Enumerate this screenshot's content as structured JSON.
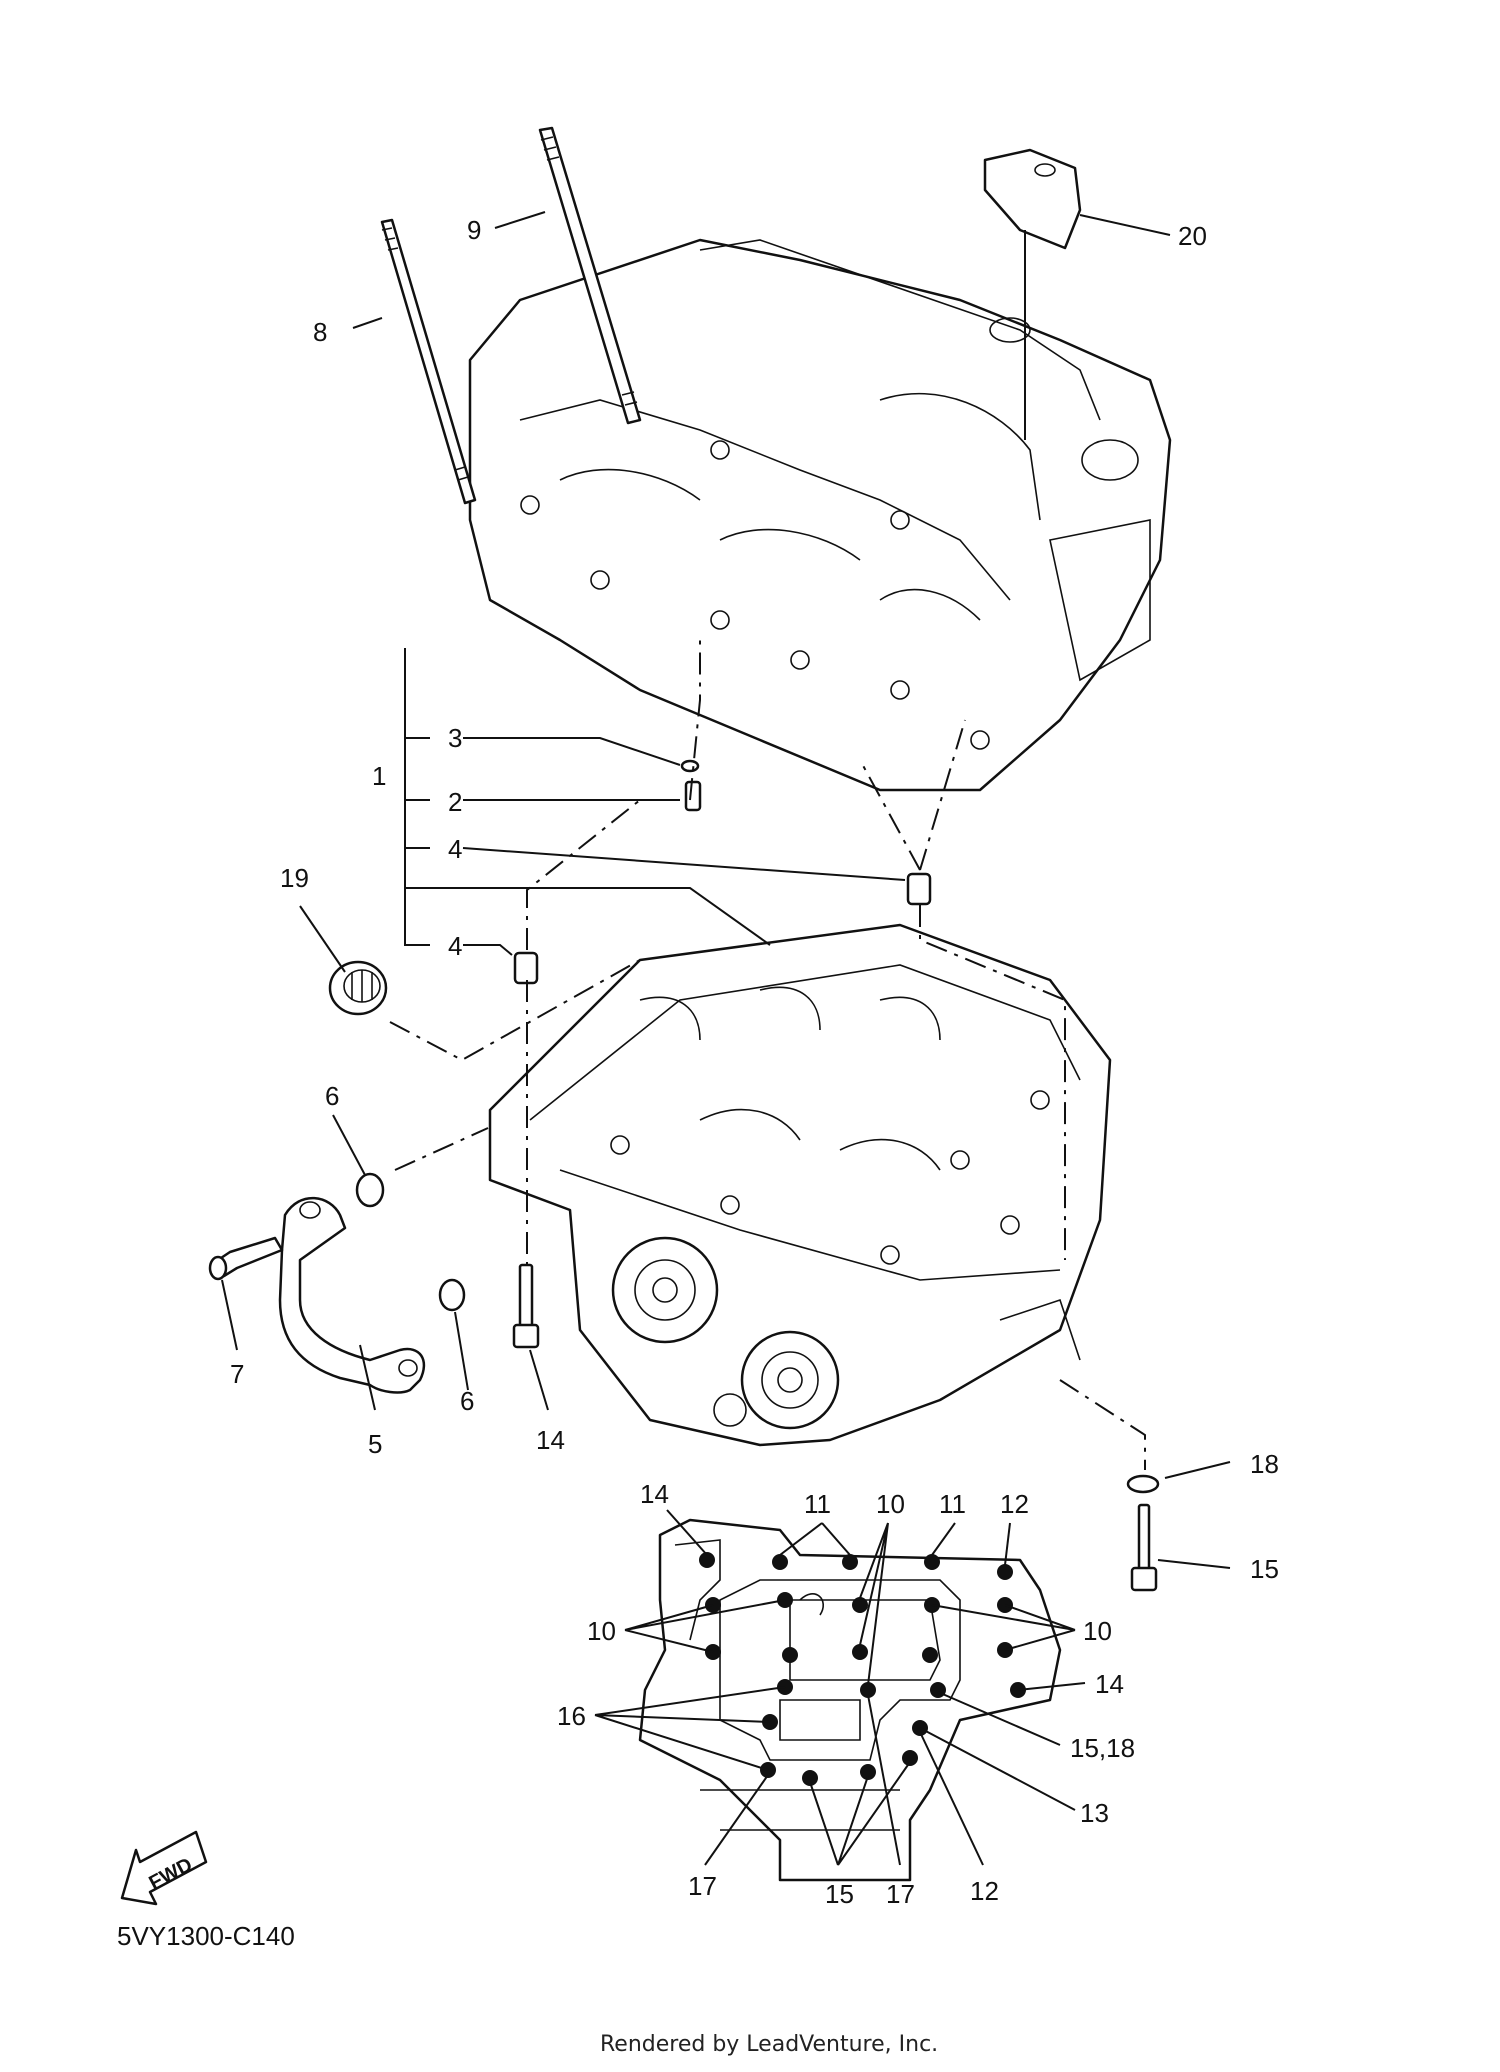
{
  "diagram": {
    "code": "5VY1300-C140",
    "credit": "Rendered by LeadVenture, Inc.",
    "fwd_label": "FWD",
    "callouts": {
      "c1": "1",
      "c2": "2",
      "c3": "3",
      "c4a": "4",
      "c4b": "4",
      "c5": "5",
      "c6a": "6",
      "c6b": "6",
      "c7": "7",
      "c8": "8",
      "c9": "9",
      "c10a": "10",
      "c10b": "10",
      "c10c": "10",
      "c11a": "11",
      "c11b": "11",
      "c12a": "12",
      "c12b": "12",
      "c13": "13",
      "c14a": "14",
      "c14b": "14",
      "c14c": "14",
      "c15a": "15",
      "c15b": "15",
      "c15_18": "15,18",
      "c16": "16",
      "c17a": "17",
      "c17b": "17",
      "c18": "18",
      "c19": "19",
      "c20": "20"
    }
  }
}
